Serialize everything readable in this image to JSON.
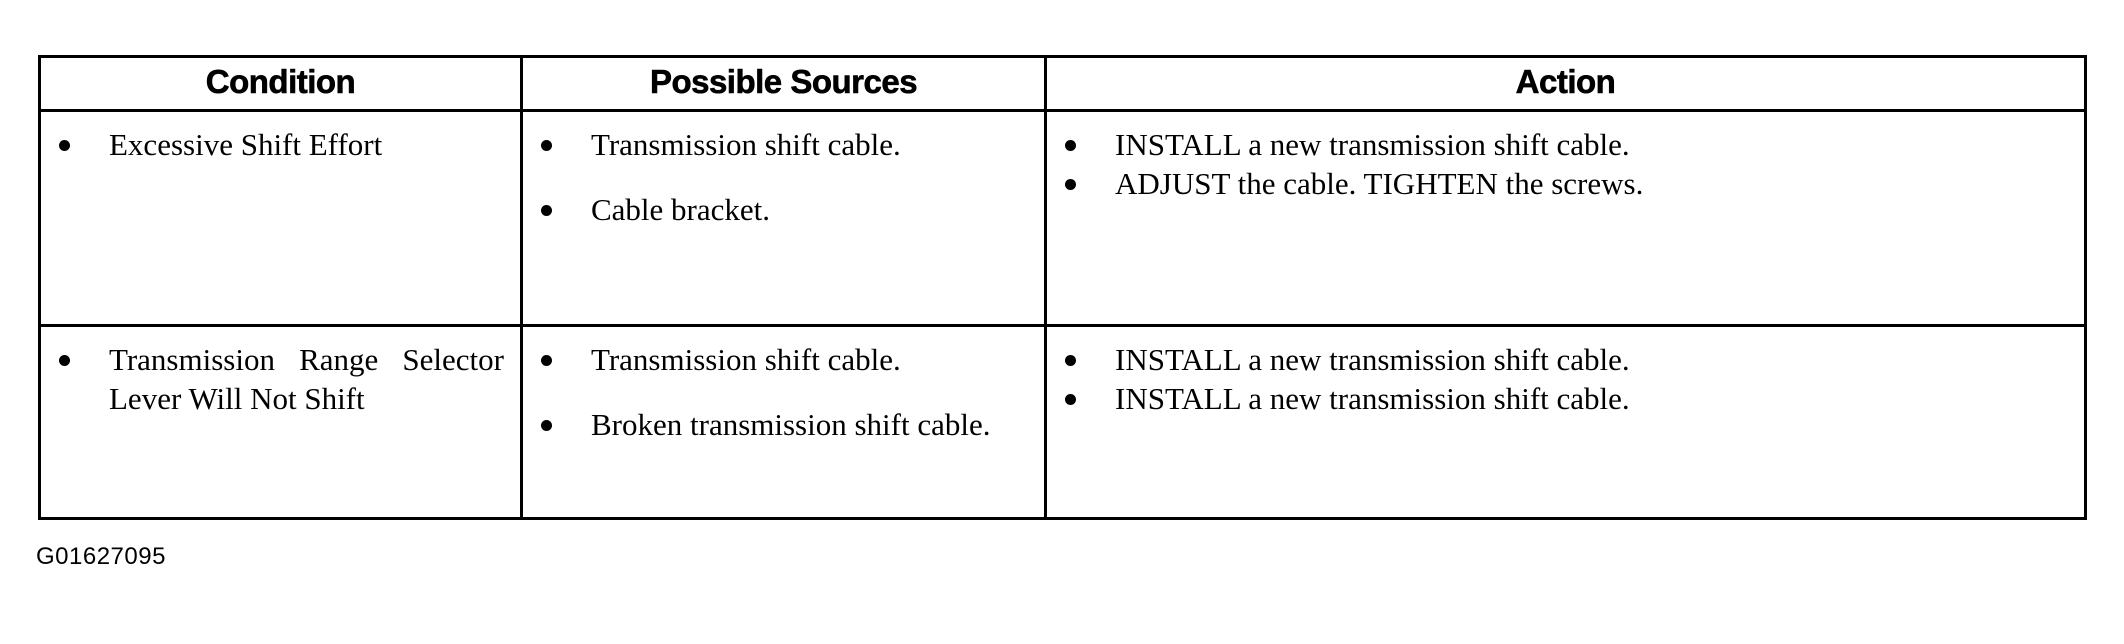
{
  "document": {
    "type": "diagnostic-troubleshooting-table",
    "figure_id": "G01627095"
  },
  "table": {
    "headers": [
      {
        "label": "Condition"
      },
      {
        "label": "Possible Sources"
      },
      {
        "label": "Action"
      }
    ],
    "rows": [
      {
        "condition": [
          "Excessive Shift Effort"
        ],
        "possible_sources": [
          "Transmission shift cable.",
          "Cable bracket."
        ],
        "action": [
          "INSTALL a new transmission shift cable.",
          "ADJUST the cable. TIGHTEN the screws."
        ]
      },
      {
        "condition": [
          "Transmission Range Selector Lever Will Not Shift"
        ],
        "possible_sources": [
          "Transmission shift cable.",
          "Broken transmission shift cable."
        ],
        "action": [
          "INSTALL a new transmission shift cable.",
          "INSTALL a new transmission shift cable."
        ]
      }
    ]
  }
}
